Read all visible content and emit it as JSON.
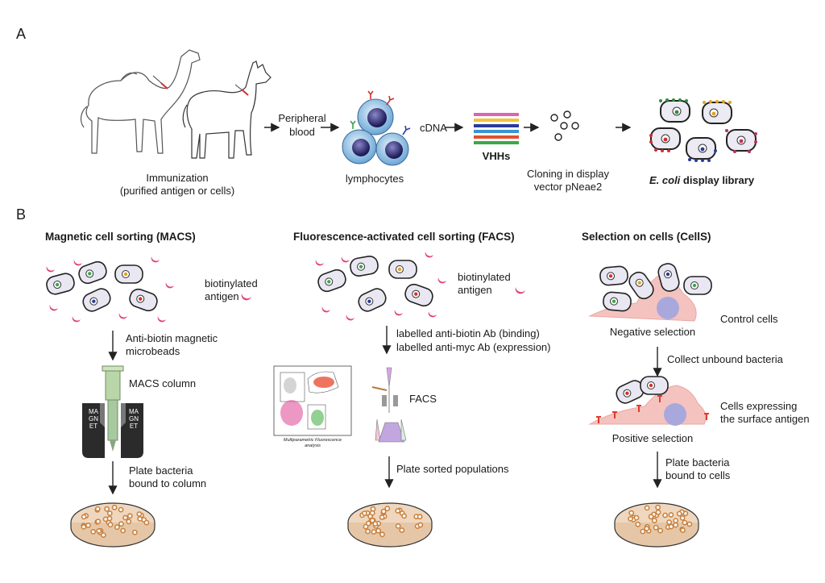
{
  "panel_a": {
    "letter": "A",
    "immunization": "Immunization",
    "immunization_sub": "(purified antigen or cells)",
    "peripheral": "Peripheral",
    "blood": "blood",
    "lymphocytes": "lymphocytes",
    "cdna": "cDNA",
    "vhhs": "VHHs",
    "cloning": "Cloning in display",
    "vector": "vector pNeae2",
    "library_italic": "E. coli",
    "library_rest": " display library"
  },
  "panel_b": {
    "letter": "B",
    "macs": {
      "title": "Magnetic cell sorting (MACS)",
      "antigen1": "biotinylated",
      "antigen2": "antigen",
      "step1a": "Anti-biotin magnetic",
      "step1b": "microbeads",
      "column": "MACS column",
      "magnet": "MAGNET",
      "plate1": "Plate bacteria",
      "plate2": "bound to column"
    },
    "facs": {
      "title": "Fluorescence-activated cell sorting (FACS)",
      "antigen1": "biotinylated",
      "antigen2": "antigen",
      "step1": "labelled anti-biotin Ab (binding)",
      "step2": "labelled anti-myc Ab (expression)",
      "facs_label": "FACS",
      "plot_caption1": "Multiparametric Fluorescence",
      "plot_caption2": "analysis",
      "plate": "Plate sorted populations"
    },
    "cells": {
      "title": "Selection on cells (CellS)",
      "control": "Control cells",
      "negative": "Negative selection",
      "collect": "Collect unbound bacteria",
      "expressing1": "Cells expressing",
      "expressing2": "the surface antigen",
      "positive": "Positive selection",
      "plate1": "Plate bacteria",
      "plate2": "bound to cells"
    }
  },
  "colors": {
    "antigen_pink": "#e0417f",
    "cell_pink": "#f4c3c0",
    "nucleus_blue": "#a9a8dc",
    "dish_fill": "#efd7bf",
    "colony": "#c9823e",
    "receptor_red": "#e03a2a"
  }
}
